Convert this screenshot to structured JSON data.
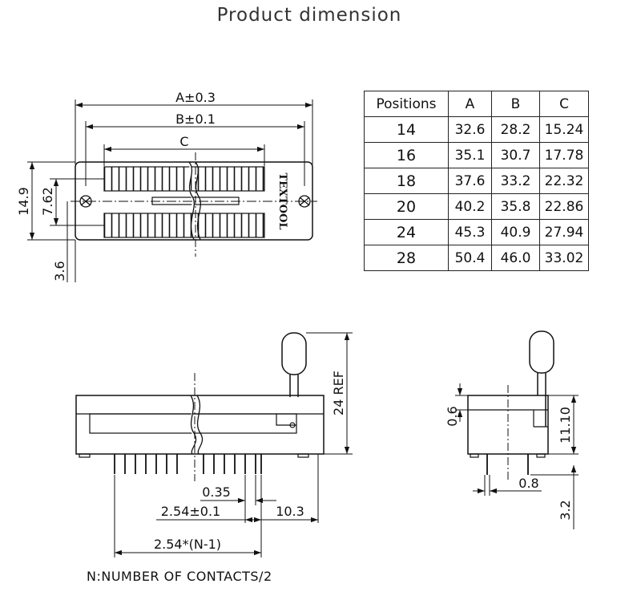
{
  "title": "Product dimension",
  "top_view": {
    "dim_a": "A±0.3",
    "dim_b": "B±0.1",
    "dim_c": "C",
    "height": "14.9",
    "row_spacing": "7.62",
    "offset": "3.6",
    "brand": "TEXTOOL"
  },
  "table": {
    "headers": [
      "Positions",
      "A",
      "B",
      "C"
    ],
    "rows": [
      [
        "14",
        "32.6",
        "28.2",
        "15.24"
      ],
      [
        "16",
        "35.1",
        "30.7",
        "17.78"
      ],
      [
        "18",
        "37.6",
        "33.2",
        "22.32"
      ],
      [
        "20",
        "40.2",
        "35.8",
        "22.86"
      ],
      [
        "24",
        "45.3",
        "40.9",
        "27.94"
      ],
      [
        "28",
        "50.4",
        "46.0",
        "33.02"
      ]
    ]
  },
  "front_view": {
    "pin_width": "0.35",
    "pitch": "2.54±0.1",
    "pin_length": "10.3",
    "span": "2.54*(N-1)",
    "height_ref": "24 REF"
  },
  "side_view": {
    "top_offset": "0.6",
    "body_height": "11.10",
    "pin_thickness": "0.8",
    "pin_depth": "3.2"
  },
  "note": "N:NUMBER OF CONTACTS/2"
}
